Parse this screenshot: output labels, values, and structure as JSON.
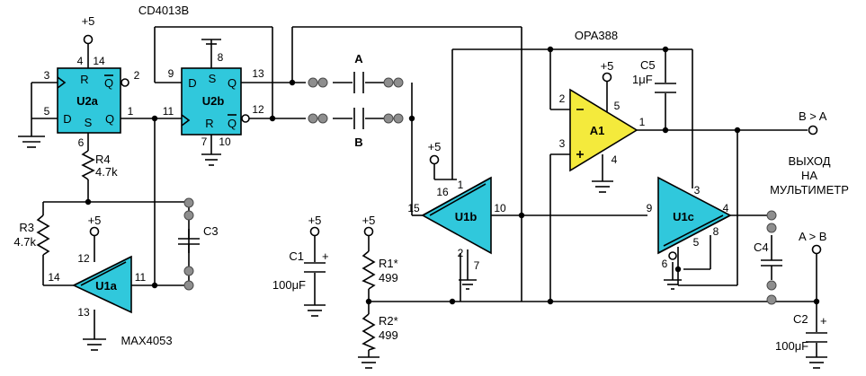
{
  "colors": {
    "logic_fill": "#30c8dc",
    "opamp_fill": "#f4ea3c",
    "wire": "#000000",
    "terminal": "#8e8e8e"
  },
  "chips": {
    "flipflop_part": "CD4013B",
    "opamp_part": "OPA388",
    "switch_part": "MAX4053",
    "u2a": "U2a",
    "u2b": "U2b",
    "u1a": "U1a",
    "u1b": "U1b",
    "u1c": "U1c",
    "a1": "A1"
  },
  "ff_pins": {
    "r": "R",
    "s": "S",
    "d": "D",
    "q": "Q",
    "qbar": "Q"
  },
  "pins": {
    "u2a_4": "4",
    "u2a_14": "14",
    "u2a_3": "3",
    "u2a_2": "2",
    "u2a_5": "5",
    "u2a_1": "1",
    "u2a_6": "6",
    "u2b_9": "9",
    "u2b_8": "8",
    "u2b_13": "13",
    "u2b_11": "11",
    "u2b_12": "12",
    "u2b_7": "7",
    "u2b_10": "10",
    "u1a_12": "12",
    "u1a_14": "14",
    "u1a_11": "11",
    "u1a_13": "13",
    "u1b_15": "15",
    "u1b_16": "16",
    "u1b_1": "1",
    "u1b_10": "10",
    "u1b_2": "2",
    "u1b_7": "7",
    "a1_2": "2",
    "a1_5": "5",
    "a1_1": "1",
    "a1_3": "3",
    "a1_4": "4",
    "u1c_9": "9",
    "u1c_3": "3",
    "u1c_4": "4",
    "u1c_5": "5",
    "u1c_8": "8",
    "u1c_6": "6"
  },
  "supply": {
    "plus5": "+5"
  },
  "components": {
    "r4_name": "R4",
    "r4_value": "4.7k",
    "r3_name": "R3",
    "r3_value": "4.7k",
    "c3_name": "C3",
    "c1_name": "C1",
    "c1_value": "100μF",
    "r1_name": "R1*",
    "r1_value": "499",
    "r2_name": "R2*",
    "r2_value": "499",
    "c5_name": "C5",
    "c5_value": "1μF",
    "c4_name": "C4",
    "c2_name": "C2",
    "c2_value": "100μF",
    "polarity": "+"
  },
  "signals": {
    "a": "A",
    "b": "B",
    "b_gt_a": "B > A",
    "a_gt_b": "A > B"
  },
  "multimeter_label": [
    "ВЫХОД",
    "НА",
    "МУЛЬТИМЕТР"
  ]
}
